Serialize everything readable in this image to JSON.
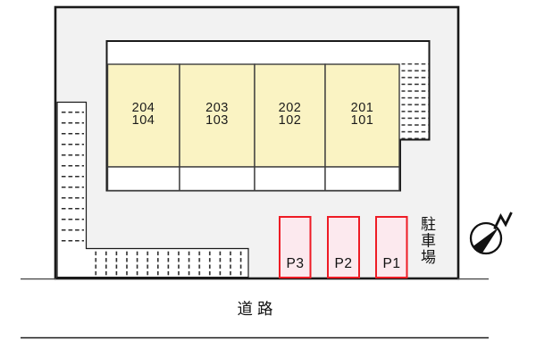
{
  "scene": {
    "type": "apartment-site-plan",
    "road_label": "道路",
    "parking_area_label": "駐車場",
    "building_units": [
      {
        "upper_unit": "204",
        "lower_unit": "104"
      },
      {
        "upper_unit": "203",
        "lower_unit": "103"
      },
      {
        "upper_unit": "202",
        "lower_unit": "102"
      },
      {
        "upper_unit": "201",
        "lower_unit": "101"
      }
    ],
    "parking_spaces": [
      "P3",
      "P2",
      "P1"
    ],
    "colors": {
      "room_fill": "#faf3c3",
      "balcony_fill": "#ffffff",
      "parking_fill": "#fce9ee",
      "parking_border": "#ee1c25",
      "ground_fill": "#f2f2f2",
      "building_fill": "#ffffff",
      "line": "#1a1a1a",
      "hatch": "#2a2a2a"
    }
  }
}
